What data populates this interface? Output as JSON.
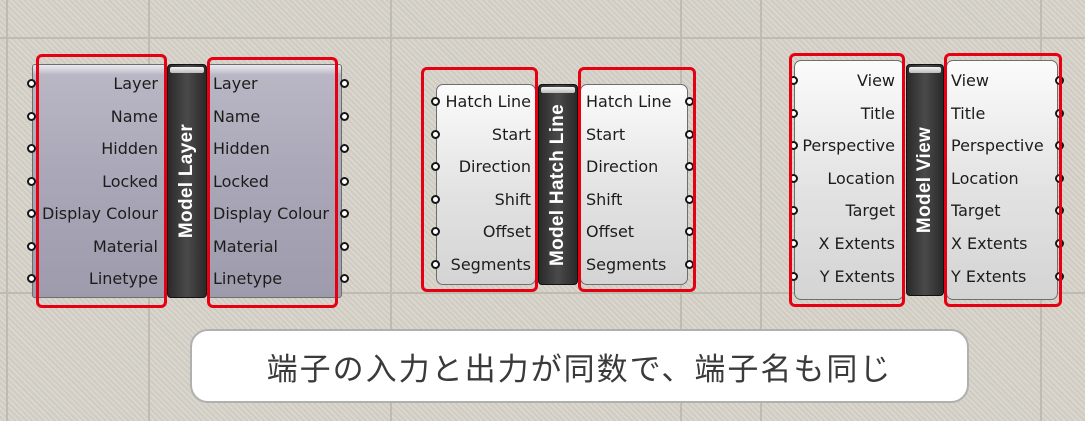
{
  "components": {
    "model_layer": {
      "title": "Model Layer",
      "inputs": [
        "Layer",
        "Name",
        "Hidden",
        "Locked",
        "Display Colour",
        "Material",
        "Linetype"
      ],
      "outputs": [
        "Layer",
        "Name",
        "Hidden",
        "Locked",
        "Display Colour",
        "Material",
        "Linetype"
      ]
    },
    "model_hatch_line": {
      "title": "Model Hatch Line",
      "inputs": [
        "Hatch Line",
        "Start",
        "Direction",
        "Shift",
        "Offset",
        "Segments"
      ],
      "outputs": [
        "Hatch Line",
        "Start",
        "Direction",
        "Shift",
        "Offset",
        "Segments"
      ]
    },
    "model_view": {
      "title": "Model View",
      "inputs": [
        "View",
        "Title",
        "Perspective",
        "Location",
        "Target",
        "X Extents",
        "Y Extents"
      ],
      "outputs": [
        "View",
        "Title",
        "Perspective",
        "Location",
        "Target",
        "X Extents",
        "Y Extents"
      ]
    }
  },
  "caption": "端子の入力と出力が同数で、端子名も同じ",
  "colors": {
    "highlight": "#e60012",
    "bar": "#333333",
    "canvas": "#d6d2c8"
  }
}
